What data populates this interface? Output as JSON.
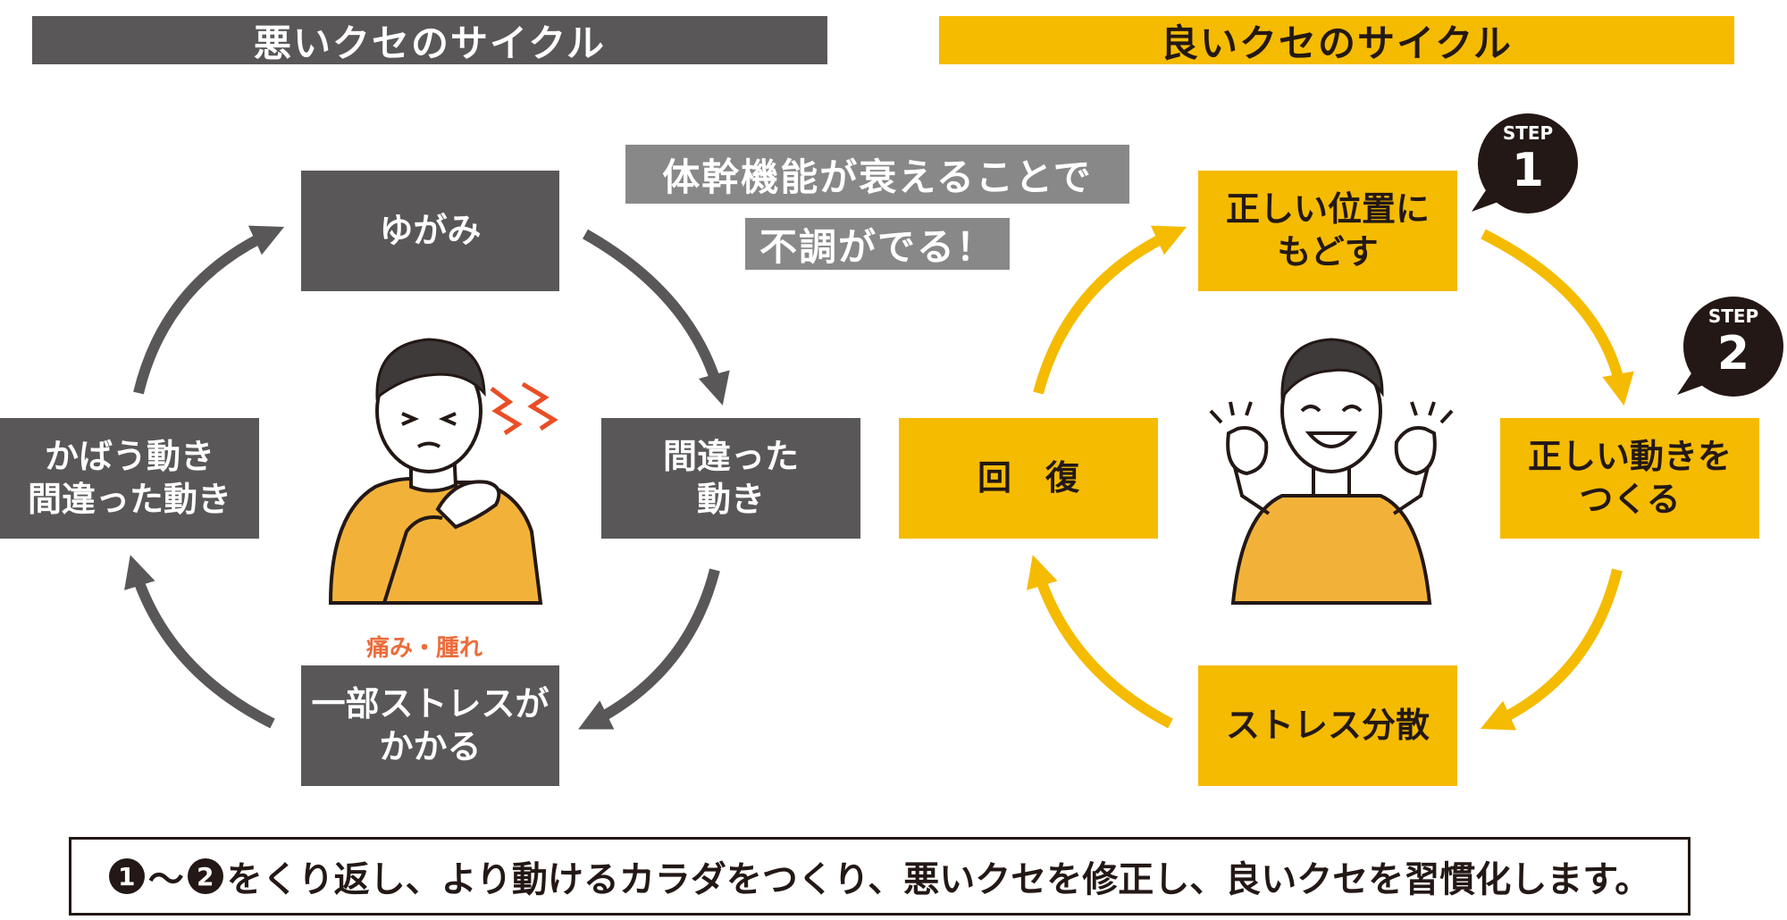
{
  "bad_cycle": {
    "title": "悪いクセのサイクル",
    "nodes": {
      "top": "ゆがみ",
      "right": "間違った\n動き",
      "bottom": "一部ストレスが\nかかる",
      "left": "かばう動き\n間違った動き"
    },
    "pain_label": "痛み・腫れ"
  },
  "callout": {
    "line1": "体幹機能が衰えることで",
    "line2": "不調がでる！"
  },
  "good_cycle": {
    "title": "良いクセのサイクル",
    "nodes": {
      "top": "正しい位置に\nもどす",
      "right": "正しい動きを\nつくる",
      "bottom": "ストレス分散",
      "left": "回　復"
    },
    "step1": {
      "label": "STEP",
      "number": "1"
    },
    "step2": {
      "label": "STEP",
      "number": "2"
    }
  },
  "footer": {
    "text": "をくり返し、より動けるカラダをつくり、悪いクセを修正し、良いクセを習慣化します。",
    "num1": "1",
    "tilde": "〜",
    "num2": "2"
  },
  "colors": {
    "dark_gray": "#595757",
    "mid_gray": "#888888",
    "yellow": "#f5bb00",
    "pain_orange": "#ec6c3b",
    "shirt": "#f2b23a"
  },
  "icons": {
    "left_person": "pain-shoulder-person",
    "right_person": "cheering-person",
    "pain_marks": "zigzag-pain-icon"
  }
}
